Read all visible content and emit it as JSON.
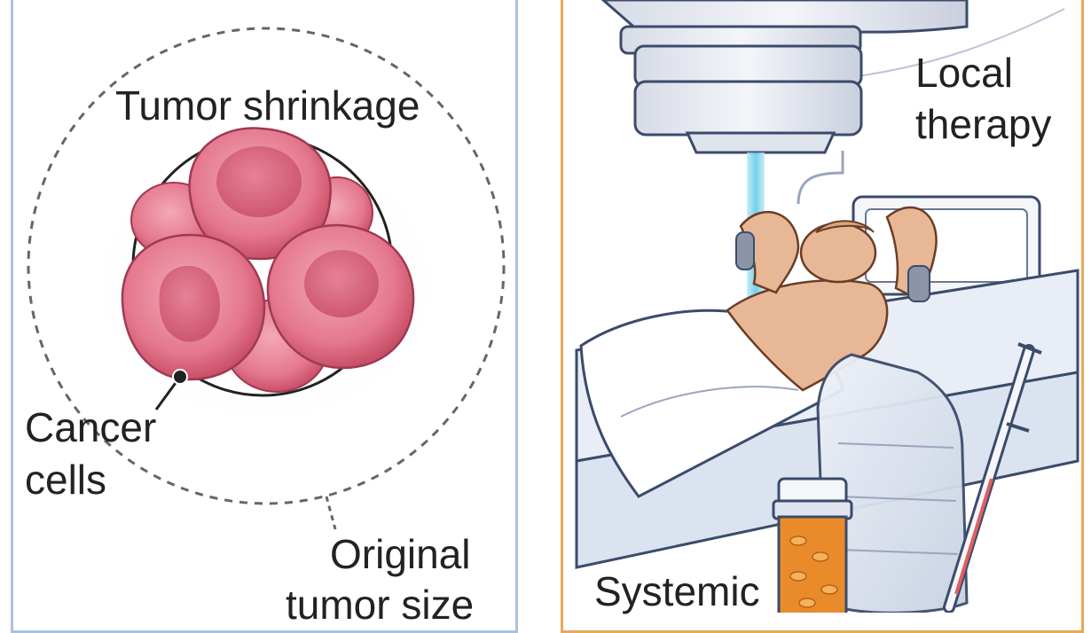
{
  "left_panel": {
    "tumor_shrinkage_label": "Tumor shrinkage",
    "cancer_cells_line1": "Cancer",
    "cancer_cells_line2": "cells",
    "original_size_line1": "Original",
    "original_size_line2": "tumor size"
  },
  "right_panel": {
    "local_therapy_line1": "Local",
    "local_therapy_line2": "therapy",
    "systemic_label": "Systemic"
  },
  "colors": {
    "left_border": "#a9c3de",
    "right_border": "#e8a85a",
    "cell_fill": "#e5788e",
    "cell_nucleus": "#d45a74",
    "beam": "#7ad3ea",
    "pill_bottle": "#e98b2a",
    "skin": "#e8b896"
  },
  "icons": [
    "cancer-cells-illustration",
    "radiation-machine-illustration",
    "patient-illustration",
    "iv-bag-illustration",
    "syringe-illustration",
    "pill-bottle-illustration"
  ]
}
